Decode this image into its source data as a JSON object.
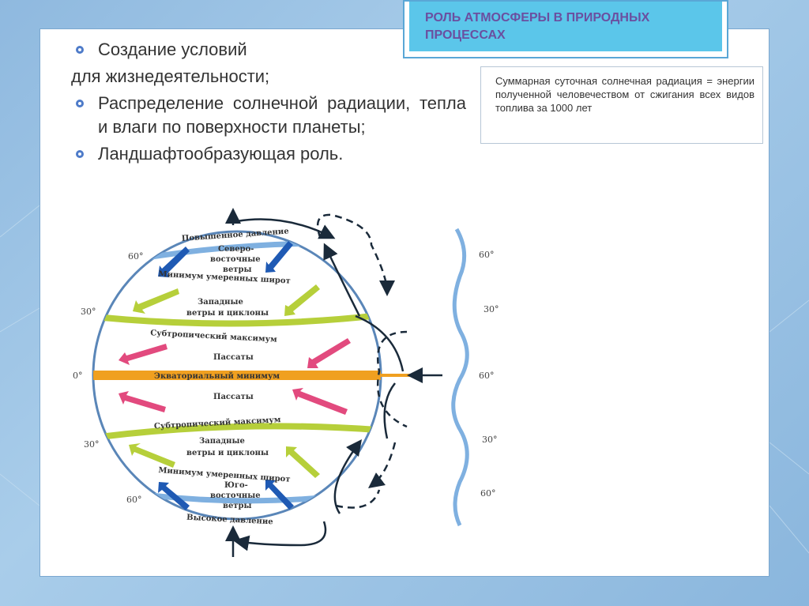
{
  "title": "РОЛЬ АТМОСФЕРЫ В ПРИРОДНЫХ ПРОЦЕССАХ",
  "bullets": [
    {
      "text": "Создание условий"
    },
    {
      "continuation": "для жизнедеятельности;"
    },
    {
      "text": "Распределение солнечной радиации, тепла и влаги по поверхности планеты;"
    },
    {
      "text": "Ландшафтообразующая роль."
    }
  ],
  "note": "Суммарная суточная солнечная радиация = энергии полученной человечеством от сжигания всех видов топлива за 1000 лет",
  "diagram": {
    "labels": {
      "high_north": "Повышенное давление",
      "ne_winds_1": "Северо-",
      "ne_winds_2": "восточные",
      "ne_winds_3": "ветры",
      "min_temperate_n": "Минимум умеренных широт",
      "westerlies_n_1": "Западные",
      "westerlies_n_2": "ветры и циклоны",
      "subtrop_max_n": "Субтропический максимум",
      "trades_n": "Пассаты",
      "equatorial_min": "Экваториальный минимум",
      "trades_s": "Пассаты",
      "subtrop_max_s": "Субтропический максимум",
      "westerlies_s_1": "Западные",
      "westerlies_s_2": "ветры и циклоны",
      "min_temperate_s": "Минимум умеренных широт",
      "se_winds_1": "Юго-",
      "se_winds_2": "восточные",
      "se_winds_3": "ветры",
      "high_south": "Высокое давление"
    },
    "left_degrees": [
      "60°",
      "30°",
      "0°",
      "30°",
      "60°"
    ],
    "right_degrees": [
      "60°",
      "30°",
      "60°",
      "30°",
      "60°"
    ],
    "colors": {
      "polar_band": "#7fb0e0",
      "temperate_band": "#b6cf3a",
      "equator_band": "#f0a020",
      "ne_arrows": "#1f5ab4",
      "sw_arrows": "#b6cf3a",
      "trade_arrows": "#e24a7e",
      "circulation": "#1a2a3a",
      "wave": "#7fb0e0"
    }
  }
}
